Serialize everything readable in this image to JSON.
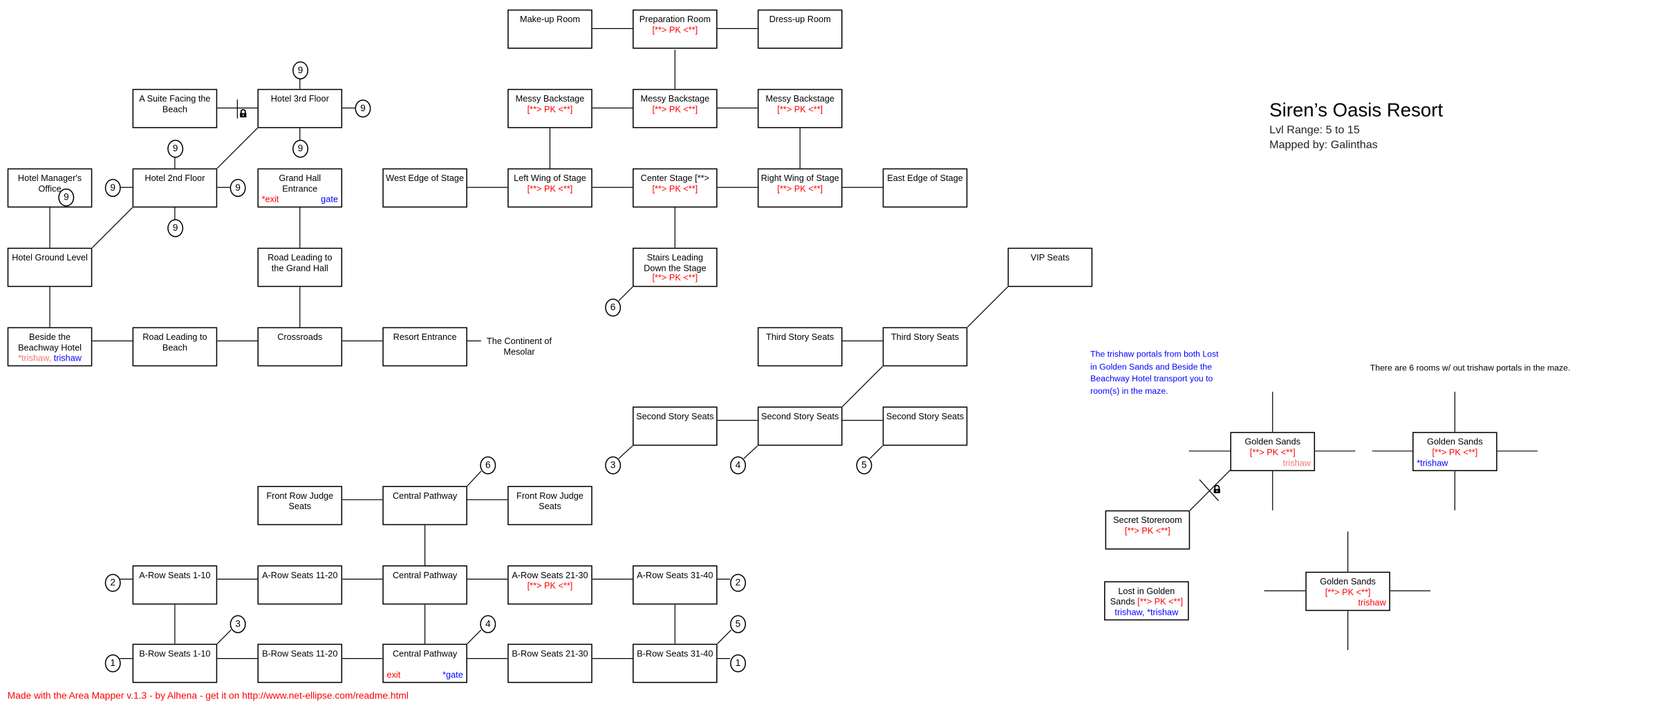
{
  "header": {
    "title": "Siren’s Oasis Resort",
    "level_range": "Lvl Range: 5 to 15",
    "mapped_by": "Mapped by:  Galinthas"
  },
  "notes": {
    "trishaw_info": "The trishaw portals from both Lost in Golden Sands and Beside the Beachway Hotel transport you to room(s) in the maze.",
    "maze_info": "There are 6 rooms w/ out trishaw portals in the maze.",
    "continent": "The Continent of Mesolar",
    "footer": "Made with the Area Mapper v.1.3 - by Alhena - get it on http://www.net-ellipse.com/readme.html"
  },
  "pk_label": "[**> PK <**]",
  "colors": {
    "pk": "#ff0000",
    "exit": "#ff0000",
    "gate": "#0000ff",
    "trishaw_pink": "#f07878",
    "trishaw_blue": "#0000ff",
    "trishaw_red": "#ff0000"
  },
  "rooms": [
    {
      "name": "Make-up Room"
    },
    {
      "name": "Preparation Room",
      "pk": true
    },
    {
      "name": "Dress-up Room"
    },
    {
      "name": "A Suite Facing the Beach"
    },
    {
      "name": "Hotel 3rd Floor"
    },
    {
      "name": "Messy Backstage",
      "pk": true
    },
    {
      "name": "Messy Backstage",
      "pk": true
    },
    {
      "name": "Messy Backstage",
      "pk": true
    },
    {
      "name": "Hotel Manager's Office"
    },
    {
      "name": "Hotel 2nd Floor"
    },
    {
      "name": "Grand Hall Entrance",
      "notes": [
        {
          "text": "*exit",
          "color": "#ff0000",
          "align": "left"
        },
        {
          "text": "gate",
          "color": "#0000ff",
          "align": "right"
        }
      ]
    },
    {
      "name": "West Edge of Stage"
    },
    {
      "name": "Left Wing of Stage",
      "pk": true
    },
    {
      "name": "Center Stage [**>",
      "pk": true
    },
    {
      "name": "Right Wing of Stage",
      "pk": true,
      "pk_inline": true
    },
    {
      "name": "East Edge of Stage"
    },
    {
      "name": "Hotel Ground Level"
    },
    {
      "name": "Road Leading to the Grand Hall"
    },
    {
      "name": "Stairs Leading Down the Stage",
      "pk": true
    },
    {
      "name": "VIP Seats"
    },
    {
      "name": "Beside the Beachway Hotel",
      "notes": [
        {
          "text": "*trishaw, ",
          "color": "#f07878",
          "align": "center-a"
        },
        {
          "text": "trishaw",
          "color": "#0000ff",
          "align": "center-b"
        }
      ]
    },
    {
      "name": "Road Leading to Beach"
    },
    {
      "name": "Crossroads"
    },
    {
      "name": "Resort Entrance"
    },
    {
      "name": "Third Story Seats"
    },
    {
      "name": "Third Story Seats"
    },
    {
      "name": "Second Story Seats"
    },
    {
      "name": "Second Story Seats"
    },
    {
      "name": "Second Story Seats"
    },
    {
      "name": "Front Row Judge Seats"
    },
    {
      "name": "Central Pathway"
    },
    {
      "name": "Front Row Judge Seats"
    },
    {
      "name": "A-Row Seats 1-10"
    },
    {
      "name": "A-Row Seats 11-20"
    },
    {
      "name": "Central Pathway"
    },
    {
      "name": "A-Row Seats 21-30",
      "pk": true
    },
    {
      "name": "A-Row Seats 31-40"
    },
    {
      "name": "B-Row Seats 1-10"
    },
    {
      "name": "B-Row Seats 11-20"
    },
    {
      "name": "Central Pathway",
      "notes": [
        {
          "text": "exit",
          "color": "#ff0000",
          "align": "left"
        },
        {
          "text": "*gate",
          "color": "#0000ff",
          "align": "right"
        }
      ]
    },
    {
      "name": "B-Row Seats 21-30"
    },
    {
      "name": "B-Row Seats 31-40"
    },
    {
      "name": "Golden Sands",
      "pk": true,
      "notes": [
        {
          "text": "trishaw",
          "color": "#f07878",
          "align": "right"
        }
      ]
    },
    {
      "name": "Golden Sands",
      "pk": true,
      "notes": [
        {
          "text": "*trishaw",
          "color": "#0000ff",
          "align": "left"
        }
      ]
    },
    {
      "name": "Golden Sands",
      "pk": true,
      "notes": [
        {
          "text": "trishaw",
          "color": "#ff0000",
          "align": "right"
        }
      ]
    },
    {
      "name": "Secret Storeroom",
      "pk": true
    },
    {
      "name": "Lost in Golden Sands",
      "pk": true,
      "pk_inline": true,
      "notes": [
        {
          "text": "trishaw, *trishaw",
          "color": "#0000ff",
          "align": "center"
        }
      ]
    }
  ],
  "exit_markers": [
    "9",
    "9",
    "9",
    "9",
    "9",
    "9",
    "9",
    "9",
    "6",
    "3",
    "4",
    "5",
    "6",
    "2",
    "2",
    "1",
    "1",
    "3",
    "4",
    "5"
  ]
}
